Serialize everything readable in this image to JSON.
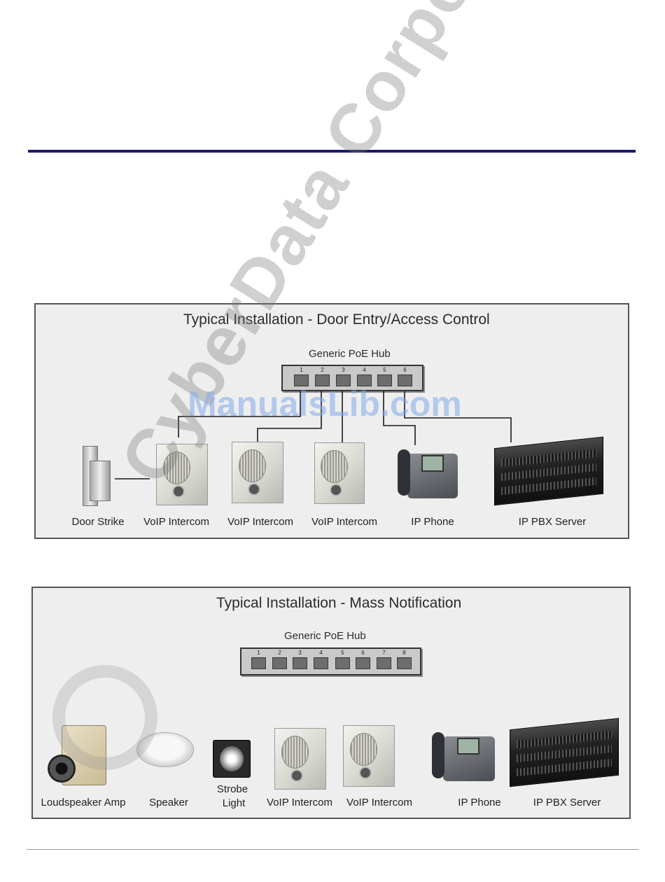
{
  "watermark": "CyberData Corporation",
  "site_watermark": "ManualsLib.com",
  "diagram1": {
    "title": "Typical Installation - Door Entry/Access Control",
    "hub_label": "Generic PoE Hub",
    "ports": [
      "1",
      "2",
      "3",
      "4",
      "5",
      "6"
    ],
    "devices": [
      "Door Strike",
      "VoIP Intercom",
      "VoIP Intercom",
      "VoIP Intercom",
      "IP Phone",
      "IP PBX Server"
    ]
  },
  "diagram2": {
    "title": "Typical Installation - Mass Notification",
    "hub_label": "Generic PoE Hub",
    "ports": [
      "1",
      "2",
      "3",
      "4",
      "5",
      "6",
      "7",
      "8"
    ],
    "devices": [
      "Loudspeaker Amp",
      "Speaker",
      "Strobe",
      "Light",
      "VoIP Intercom",
      "VoIP Intercom",
      "IP Phone",
      "IP PBX Server"
    ]
  },
  "colors": {
    "rule": "#1b1a6e",
    "panel_bg": "#eeeeee",
    "panel_border": "#555555"
  }
}
